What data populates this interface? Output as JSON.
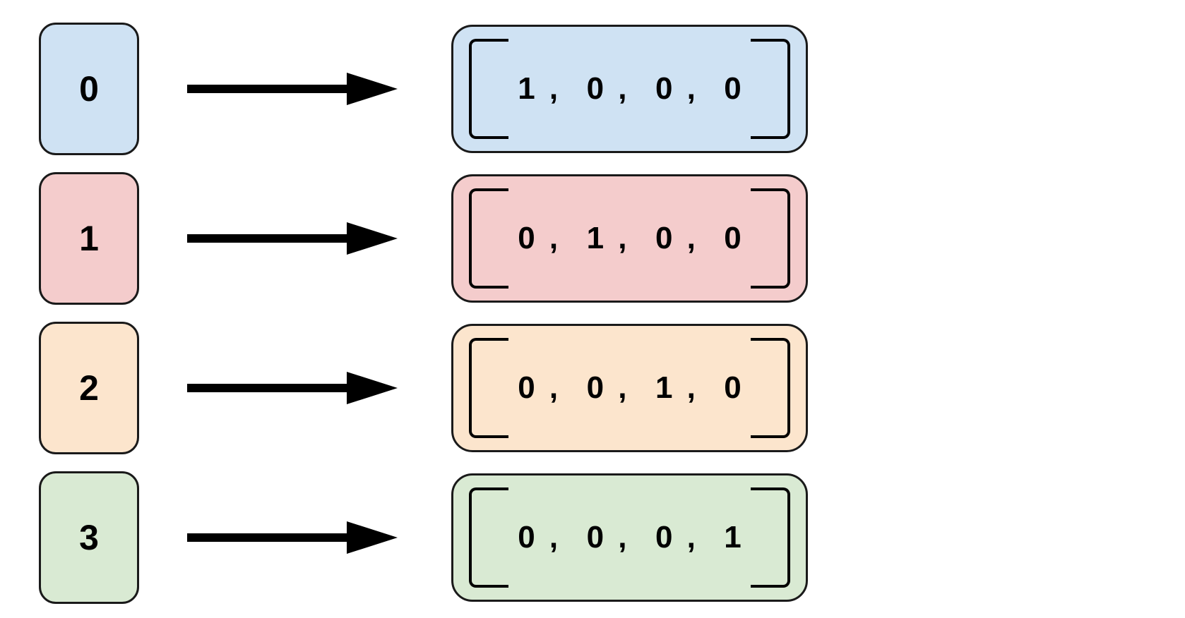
{
  "background": "#ffffff",
  "box_stroke": "#1a1a1a",
  "text_color": "#000000",
  "arrow": {
    "color": "#000000"
  },
  "rows": [
    {
      "token": "0",
      "vector": [
        1,
        0,
        0,
        0
      ],
      "fill": "#cfe2f3"
    },
    {
      "token": "1",
      "vector": [
        0,
        1,
        0,
        0
      ],
      "fill": "#f4cccc"
    },
    {
      "token": "2",
      "vector": [
        0,
        0,
        1,
        0
      ],
      "fill": "#fce5cd"
    },
    {
      "token": "3",
      "vector": [
        0,
        0,
        0,
        1
      ],
      "fill": "#d9ead3"
    }
  ]
}
